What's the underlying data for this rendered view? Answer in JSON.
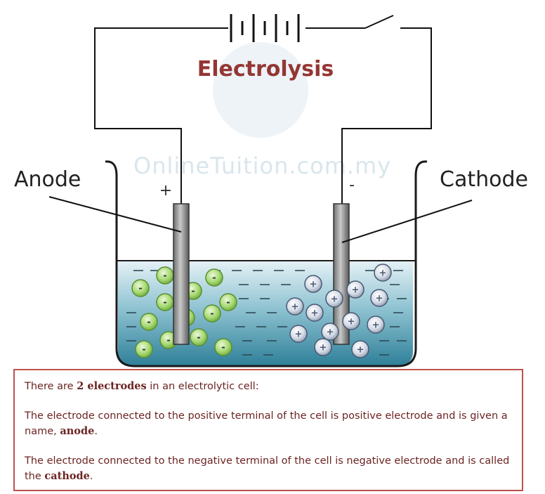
{
  "diagram": {
    "title": "Electrolysis",
    "watermark": "OnlineTuition.com.my",
    "anode_label": "Anode",
    "cathode_label": "Cathode",
    "anode_sign": "+",
    "cathode_sign": "-",
    "anion_symbol": "-",
    "cation_symbol": "+",
    "colors": {
      "title": "#943634",
      "anion_fill": "#9fd46b",
      "cation_fill": "#d6dde8",
      "electrolyte": "#3f8ea6",
      "box_border": "#c0504d"
    }
  },
  "info": {
    "line1_pre": "There are ",
    "line1_bold": "2 electrodes",
    "line1_post": " in an electrolytic cell:",
    "line2_pre": "The electrode connected to the positive terminal of the cell is positive electrode and is given a name, ",
    "line2_bold": "anode",
    "line2_post": ".",
    "line3_pre": "The electrode connected to the negative terminal of the cell is negative electrode and is called the ",
    "line3_bold": "cathode",
    "line3_post": "."
  }
}
